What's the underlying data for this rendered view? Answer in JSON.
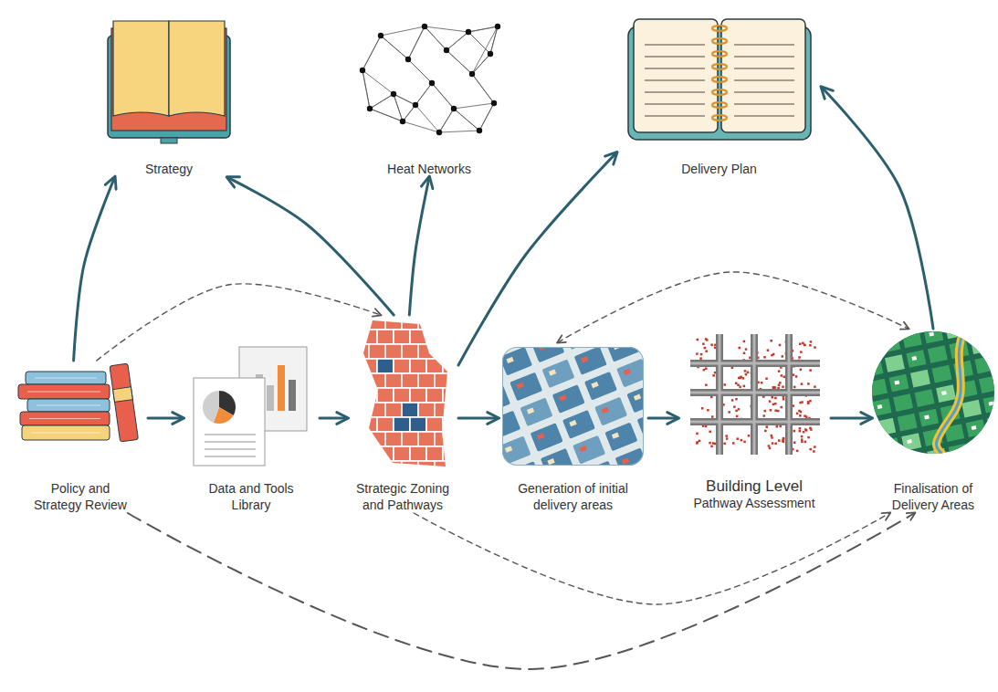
{
  "diagram": {
    "nodes": [
      {
        "text": [
          "Strategy"
        ]
      },
      {
        "text": [
          "Heat Networks"
        ]
      },
      {
        "text": [
          "Delivery Plan"
        ]
      },
      {
        "text": [
          "Policy and Strategy Review"
        ]
      },
      {
        "text": [
          "Data and Tools Library"
        ]
      },
      {
        "text": [
          "Strategic Zoning and Pathways"
        ]
      },
      {
        "text": [
          "Generation of initial delivery areas"
        ]
      },
      {
        "text": [
          "Building Level",
          "Pathway Assessment"
        ]
      },
      {
        "text": [
          "Finalisation of Delivery Areas"
        ]
      }
    ],
    "edges": [
      {
        "from": 3,
        "to": 4,
        "arrow": "to"
      },
      {
        "from": 4,
        "to": 5,
        "arrow": "to"
      },
      {
        "from": 5,
        "to": 6,
        "arrow": "to"
      },
      {
        "from": 6,
        "to": 7,
        "arrow": "to"
      },
      {
        "from": 7,
        "to": 8,
        "arrow": "to"
      },
      {
        "from": 3,
        "to": 0,
        "arrow": "to"
      },
      {
        "from": 5,
        "to": 0,
        "arrow": "to"
      },
      {
        "from": 5,
        "to": 1,
        "arrow": "to"
      },
      {
        "from": 5,
        "to": 2,
        "arrow": "to"
      },
      {
        "from": 8,
        "to": 2,
        "arrow": "to"
      },
      {
        "from": 3,
        "to": 5,
        "arrow": "to"
      },
      {
        "from": 6,
        "to": 8,
        "arrow": "both"
      },
      {
        "from": 5,
        "to": 8,
        "arrow": "to"
      },
      {
        "from": 3,
        "to": 8,
        "arrow": "to"
      }
    ]
  }
}
